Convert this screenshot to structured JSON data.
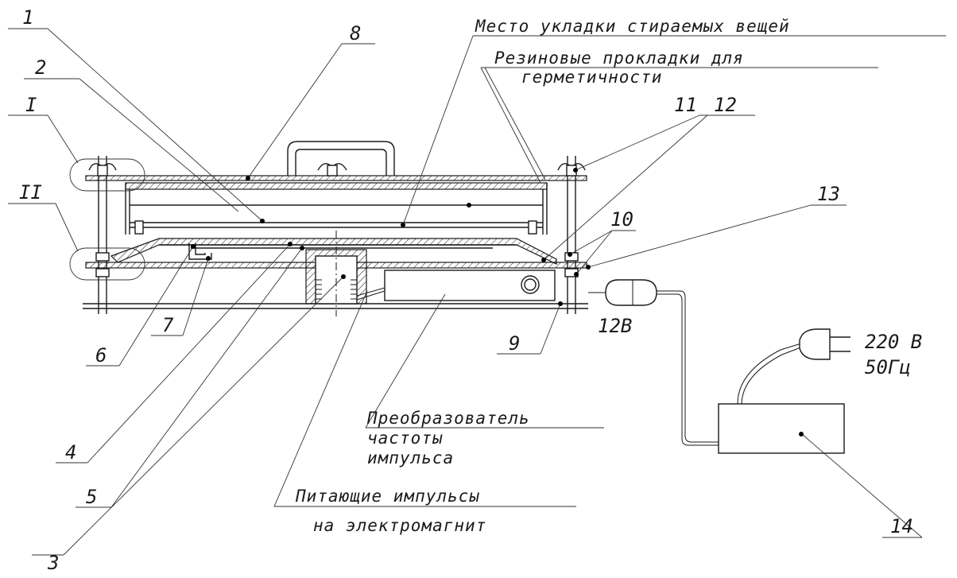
{
  "labels": {
    "n1": "1",
    "n2": "2",
    "n3": "3",
    "n4": "4",
    "n5": "5",
    "n6": "6",
    "n7": "7",
    "n8": "8",
    "n9": "9",
    "n10": "10",
    "n11": "11",
    "n12": "12",
    "n13": "13",
    "n14": "14",
    "nI": "I",
    "nII": "II"
  },
  "captions": {
    "laundry": "Место укладки стираемых вещей",
    "gaskets_1": "Резиновые прокладки для",
    "gaskets_2": "герметичности",
    "converter_1": "Преобразователь",
    "converter_2": "частоты",
    "converter_3": "импульса",
    "pulses_1": "Питающие импульсы",
    "pulses_2": "на электромагнит",
    "voltage_12": "12В",
    "mains_1": "220 В",
    "mains_2": "50Гц"
  }
}
